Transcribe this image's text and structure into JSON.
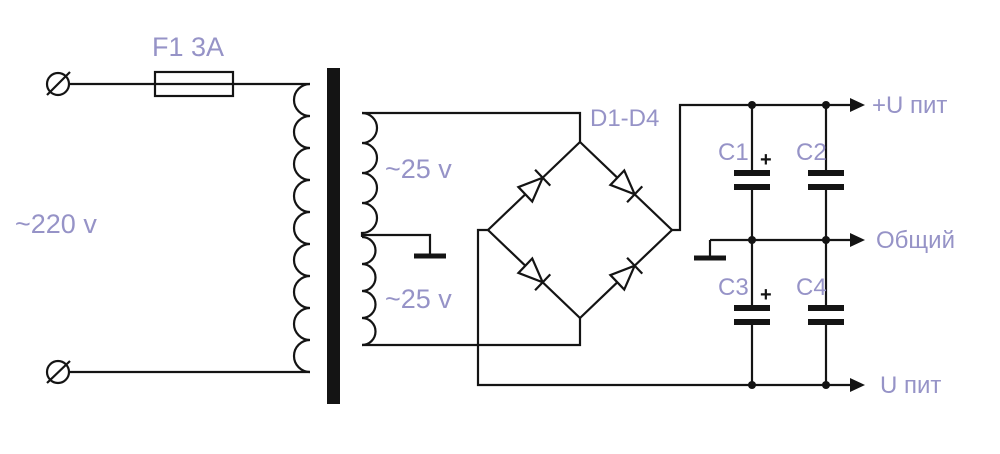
{
  "diagram": {
    "type": "power-supply-schematic",
    "fuse_label": "F1 3A",
    "mains_label": "~220 v",
    "secondary_top_label": "~25 v",
    "secondary_bottom_label": "~25 v",
    "bridge_label": "D1-D4",
    "capacitors": {
      "c1": "C1",
      "c2": "C2",
      "c3": "C3",
      "c4": "C4"
    },
    "polarity_plus_top": "+",
    "polarity_plus_bottom": "+",
    "outputs": {
      "positive": "+U пит",
      "common": "Общий",
      "negative": "U пит"
    }
  },
  "colors": {
    "label": "#9693c7",
    "wire": "#141414",
    "background": "#ffffff"
  }
}
